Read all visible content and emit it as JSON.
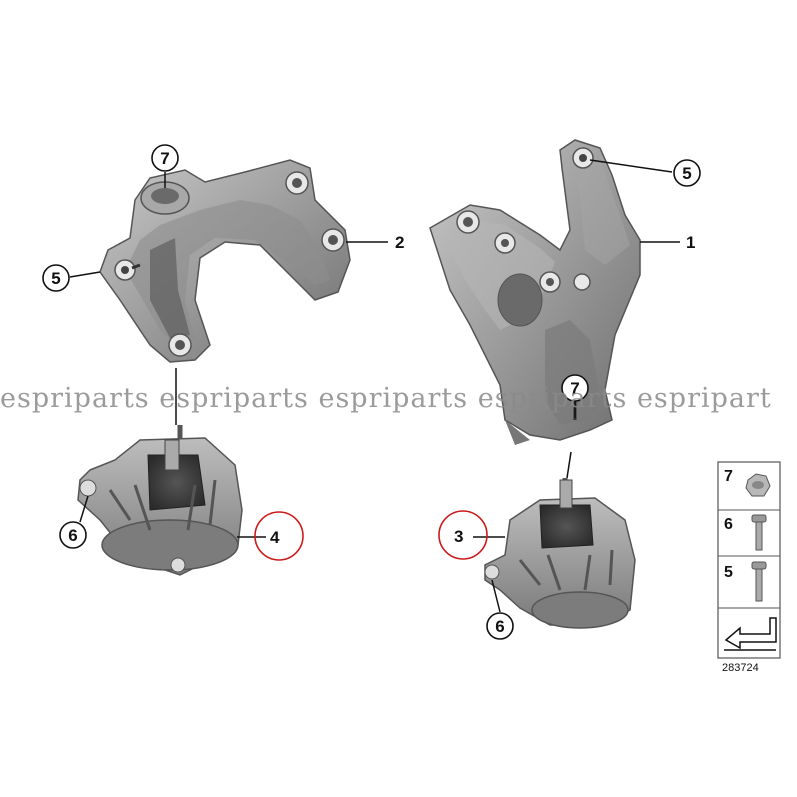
{
  "diagram": {
    "parts": {
      "bracket_left_label": "2",
      "bracket_right_label": "1",
      "mount_left_label": "4",
      "mount_right_label": "3"
    },
    "callouts": {
      "left_top_nut": "7",
      "left_bolt": "5",
      "right_top_bolt": "5",
      "right_nut": "7",
      "left_mount_screw": "6",
      "right_mount_screw": "6"
    },
    "watermark": "espriparts espriparts espriparts espriparts espripart",
    "legend": {
      "items": [
        "7",
        "6",
        "5"
      ],
      "code": "283724"
    },
    "colors": {
      "highlight_circle": "#cc1a1a",
      "part_gray": "#9a9a9a"
    }
  }
}
